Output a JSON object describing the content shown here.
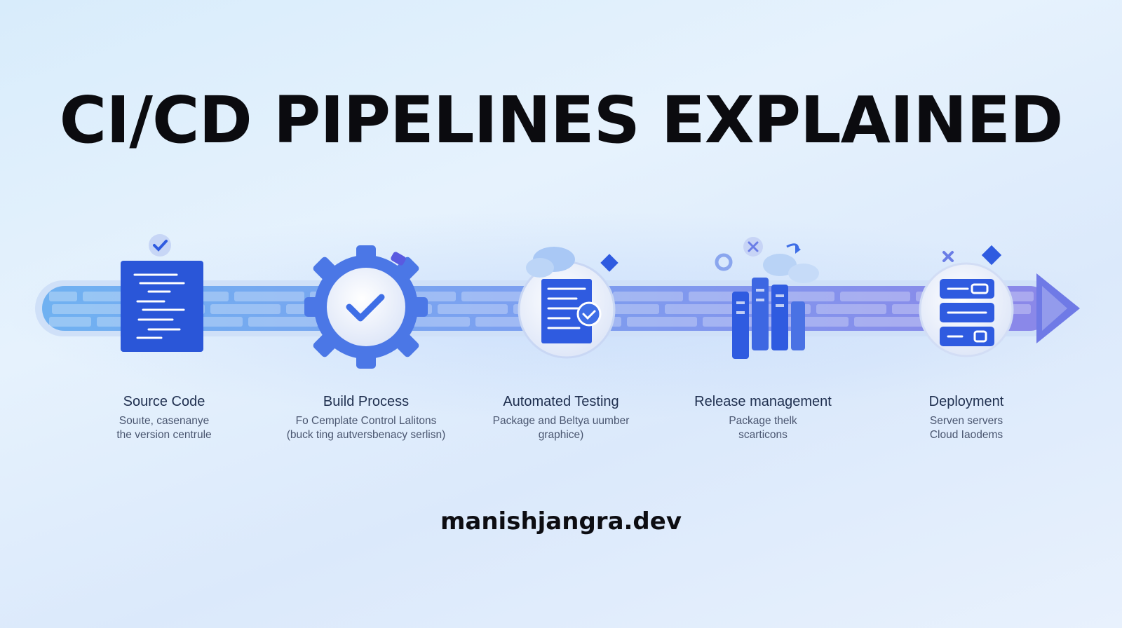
{
  "title": "CI/CD PIPELINES EXPLAINED",
  "stages": [
    {
      "title": "Source Code",
      "desc_line1": "Souıte, casenanye",
      "desc_line2": "the version centrule"
    },
    {
      "title": "Build Process",
      "desc_line1": "Fo Cemplate Control Lalitons",
      "desc_line2": "(buck ting autversbenacy serlisn)"
    },
    {
      "title": "Automated Testing",
      "desc_line1": "Package and Beltya uumber",
      "desc_line2": "graphice)"
    },
    {
      "title": "Release management",
      "desc_line1": "Package thelk",
      "desc_line2": "scarticons"
    },
    {
      "title": "Deployment",
      "desc_line1": "Serven servers",
      "desc_line2": "Cloud Iaodems"
    }
  ],
  "footer": "manishjangra.dev",
  "colors": {
    "accent": "#2f5be0",
    "pipe_light": "#6fb2f2",
    "pipe_dark": "#7a7ee8",
    "title": "#0b0b0f"
  },
  "icons": [
    "code-file-icon",
    "gear-check-icon",
    "test-document-icon",
    "server-cloud-icon",
    "server-rack-icon"
  ]
}
